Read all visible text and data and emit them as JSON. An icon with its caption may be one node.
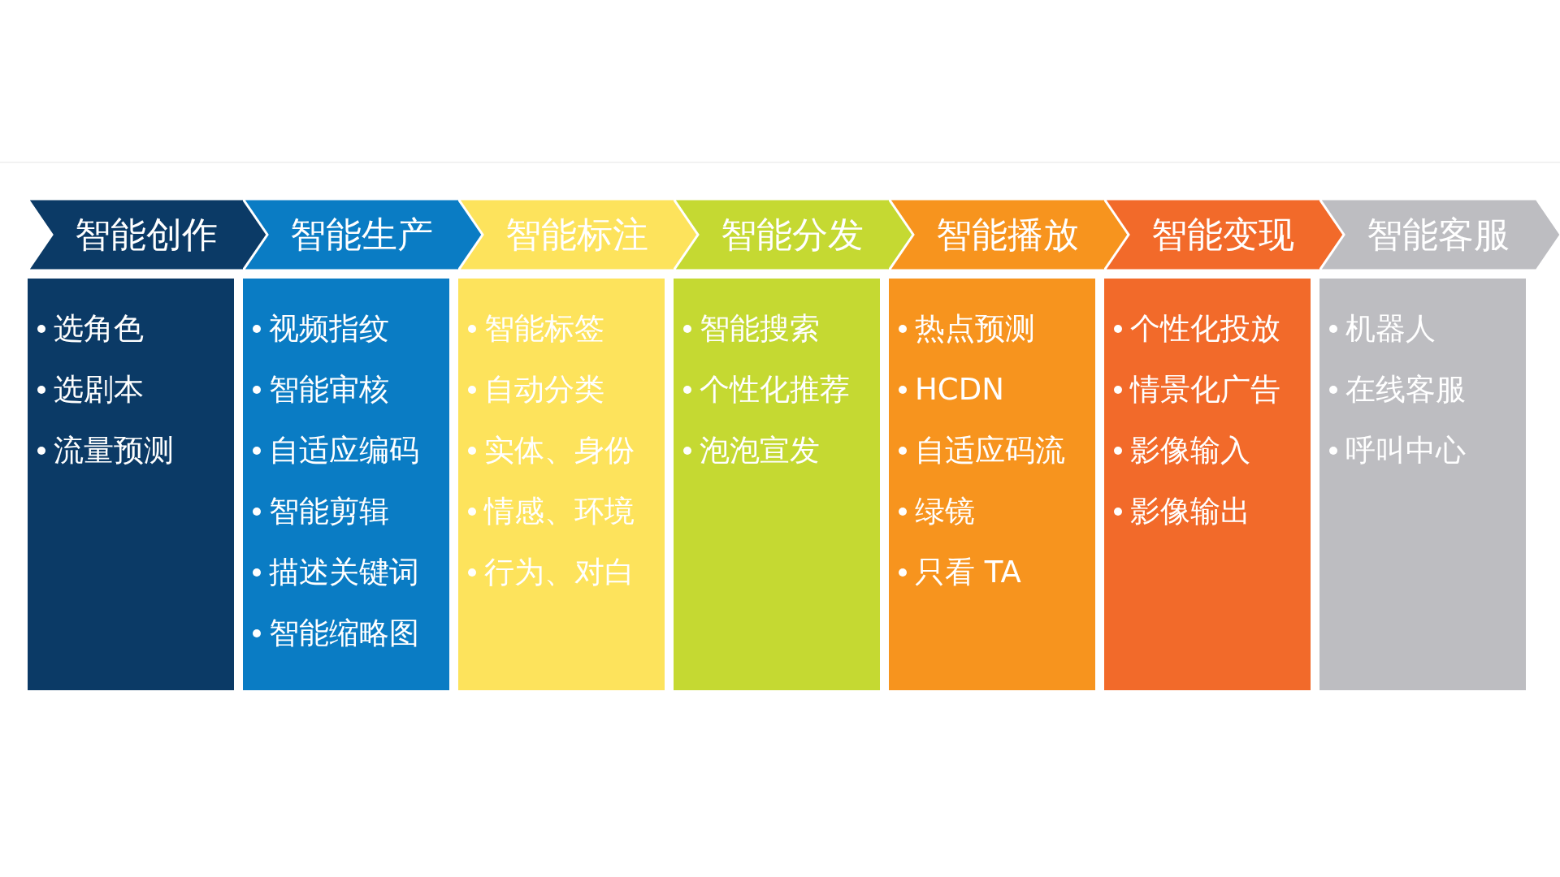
{
  "diagram": {
    "nodes": [
      {
        "text": [
          "智能创作"
        ]
      },
      {
        "text": [
          "智能生产"
        ]
      },
      {
        "text": [
          "智能标注"
        ]
      },
      {
        "text": [
          "智能分发"
        ]
      },
      {
        "text": [
          "智能播放"
        ]
      },
      {
        "text": [
          "智能变现"
        ]
      },
      {
        "text": [
          "智能客服"
        ]
      },
      {
        "text": [
          "选角色",
          "选剧本",
          "流量预测"
        ]
      },
      {
        "text": [
          "视频指纹",
          "智能审核",
          "自适应编码",
          "智能剪辑",
          "描述关键词",
          "智能缩略图"
        ]
      },
      {
        "text": [
          "智能标签",
          "自动分类",
          "实体、身份",
          "情感、环境",
          "行为、对白"
        ]
      },
      {
        "text": [
          "智能搜索",
          "个性化推荐",
          "泡泡宣发"
        ]
      },
      {
        "text": [
          "热点预测",
          "HCDN",
          "自适应码流",
          "绿镜",
          "只看 TA"
        ]
      },
      {
        "text": [
          "个性化投放",
          "情景化广告",
          "影像输入",
          "影像输出"
        ]
      },
      {
        "text": [
          "机器人",
          "在线客服",
          "呼叫中心"
        ]
      }
    ]
  }
}
